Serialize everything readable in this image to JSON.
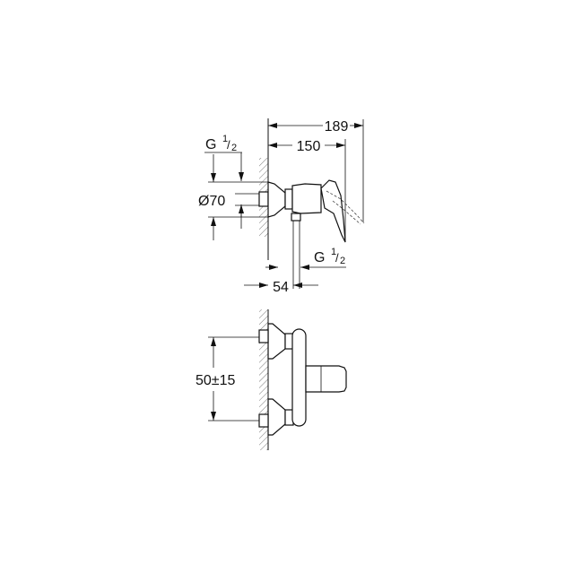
{
  "top_view": {
    "dim_total_depth": "189",
    "dim_lever_depth": "150",
    "dim_inlet_thread": {
      "main": "G",
      "sup": "1",
      "sub": "2"
    },
    "dim_diameter": "Ø70",
    "dim_outlet_thread": {
      "main": "G",
      "sup": "1",
      "sub": "2"
    },
    "dim_outlet_offset": "54"
  },
  "bottom_view": {
    "dim_inlet_spacing": "50±15"
  }
}
